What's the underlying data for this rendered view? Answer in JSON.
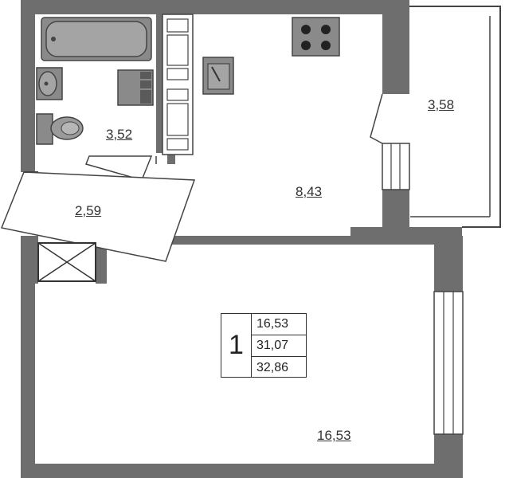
{
  "rooms": {
    "bathroom_area": "3,52",
    "hallway_area": "2,59",
    "kitchen_area": "8,43",
    "balcony_area": "3,58",
    "living_room_area": "16,53"
  },
  "summary": {
    "room_count": "1",
    "living_area": "16,53",
    "total_area": "31,07",
    "total_area_with_balcony": "32,86"
  },
  "colors": {
    "wall": "#6e6e6e",
    "fixture": "#8a8a8a",
    "line": "#333333"
  }
}
